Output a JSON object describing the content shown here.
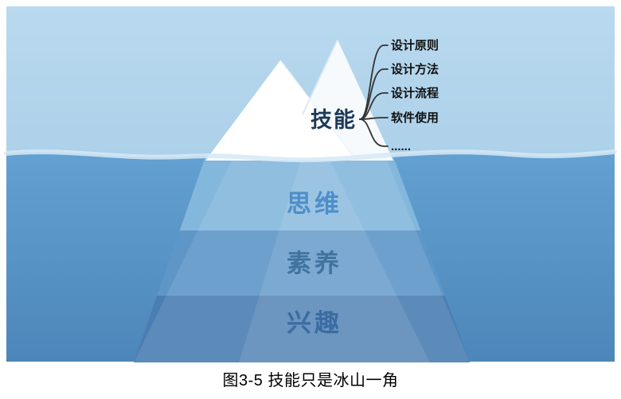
{
  "figure": {
    "caption": "图3-5 技能只是冰山一角",
    "tip_label": "技能",
    "branch_items": [
      "设计原则",
      "设计方法",
      "设计流程",
      "软件使用",
      "......"
    ],
    "layer_labels": [
      "思维",
      "素养",
      "兴趣"
    ]
  },
  "colors": {
    "sky_top": "#b9d9ee",
    "sky_bottom": "#9cc6e4",
    "water_top": "#63a1d2",
    "water_bottom": "#4d86ba",
    "waterline_highlight": "#d6e9f6",
    "iceberg_white": "#ffffff",
    "iceberg_white_shaded": "#f6fafd",
    "layer1": "#83b7dc",
    "layer2": "#5e96c8",
    "layer3": "#4a7db2",
    "tip_label_color": "#1d3a57",
    "layer_label_color_1": "#4e8ec9",
    "layer_label_color_2": "#41739f",
    "layer_label_color_3": "#3a6ca2",
    "branch_text_color": "#111111",
    "branch_line_color": "#333333"
  }
}
